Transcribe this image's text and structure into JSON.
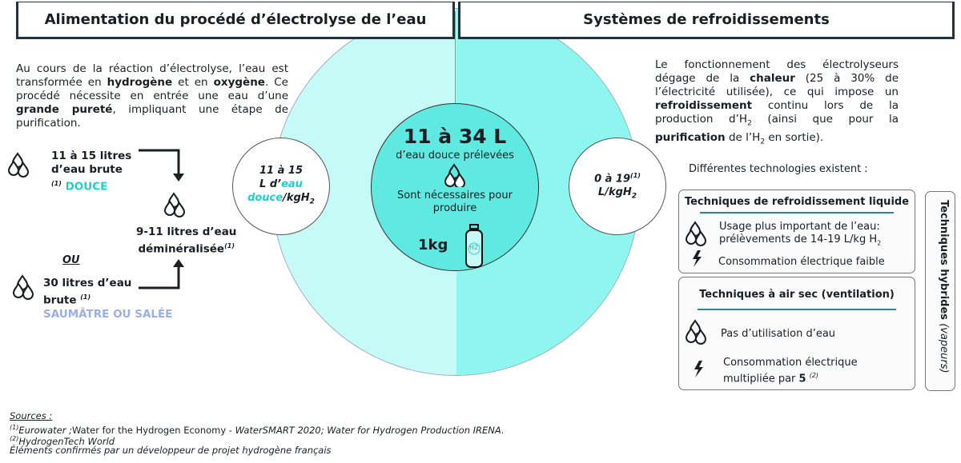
{
  "headers": {
    "left": "Alimentation du procédé d’électrolyse de l’eau",
    "right": "Systèmes de refroidissements"
  },
  "left_text": {
    "p1": "Au cours de la réaction d’électrolyse, l’eau est transformée en ",
    "b1": "hydrogène",
    "p2": " et en ",
    "b2": "oxygène",
    "p3": ". Ce procédé nécessite en entrée une eau d’une ",
    "b3": "grande pureté",
    "p4": ", impliquant une étape de purification."
  },
  "flow": {
    "fresh_line1": "11 à 15 litres",
    "fresh_line2": "d’eau brute",
    "fresh_ref": "(1)",
    "fresh_type": "DOUCE",
    "demin_line1": "9-11 litres d’eau",
    "demin_line2": "déminéralisée",
    "demin_ref": "(1)",
    "or": "OU",
    "salt_line1": "30 litres d’eau",
    "salt_line2": "brute",
    "salt_ref": "(1)",
    "salt_type": "SAUMÂTRE OU SALÉE"
  },
  "left_circle": {
    "l1": "11 à 15",
    "l2a": "L d’",
    "l2b": "eau",
    "l3a": "douce",
    "l3b": "/kgH",
    "sub": "2"
  },
  "center_circle": {
    "big": "11 à 34 L",
    "l1": "d’eau douce prélevées",
    "l2": "Sont nécessaires pour produire",
    "kg": "1kg",
    "tank_label": "H2"
  },
  "right_circle": {
    "l1": "0 à 19",
    "ref": "(1)",
    "l2": "L/kgH",
    "sub": "2"
  },
  "right_text": {
    "p1": "Le fonctionnement des électrolyseurs dégage de la ",
    "b1": "chaleur",
    "p2": " (25 à 30% de l’électricité utilisée), ce qui impose un ",
    "b2": "refroidissement",
    "p3": " continu lors de la production d’H",
    "p3sub": "2",
    "p4": " (ainsi que pour la ",
    "b3": "purification",
    "p5": " de l’H",
    "p5sub": "2",
    "p6": " en sortie)."
  },
  "tech_intro": "Différentes technologies existent :",
  "liquid": {
    "title": "Techniques de refroidissement liquide",
    "item1a": "Usage plus important de l’eau:",
    "item1b": "prélèvements de 14-19 L/kg H",
    "item1sub": "2",
    "item2": "Consommation électrique faible"
  },
  "dry": {
    "title": "Techniques à air sec (ventilation)",
    "item1": "Pas d’utilisation d’eau",
    "item2a": "Consommation électrique",
    "item2b": "multipliée par ",
    "item2num": "5",
    "item2ref": "(2)"
  },
  "hybrid": {
    "bold": "Techniques hybrides",
    "ital": "(vapeurs)"
  },
  "sources": {
    "title": "Sources :",
    "s1ref": "(1)",
    "s1a": "Eurowater ;",
    "s1b": "Water for the Hydrogen Economy - ",
    "s1c": "WaterSMART 2020; Water for Hydrogen Production IRENA.",
    "s2ref": "(2)",
    "s2": "HydrogenTech World",
    "s3": "Éléments confirmés par un développeur de projet hydrogène français"
  },
  "colors": {
    "cyan": "#1fd0c8",
    "lavender": "#9aaee8",
    "light_left": "#c6faf6",
    "right_half": "#8ff5ef",
    "center": "#5fe9e1",
    "navy": "#22313f"
  }
}
